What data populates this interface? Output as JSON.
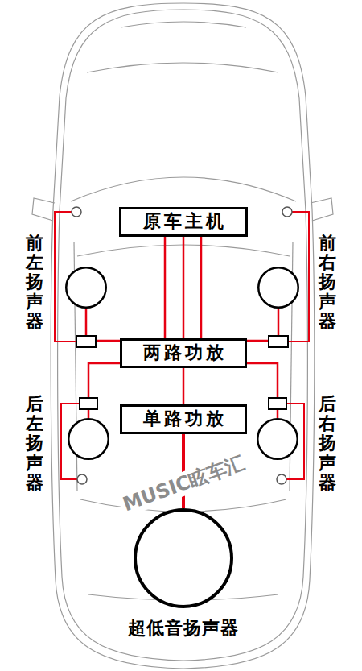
{
  "diagram": {
    "nodes": [
      {
        "text": [
          "原车主机"
        ]
      },
      {
        "text": [
          "前左扬声器"
        ]
      },
      {
        "text": [
          "前右扬声器"
        ]
      },
      {
        "text": [
          "两路功放"
        ]
      },
      {
        "text": [
          "后左扬声器"
        ]
      },
      {
        "text": [
          "单路功放"
        ]
      },
      {
        "text": [
          "后右扬声器"
        ]
      },
      {
        "text": [
          "超低音扬声器"
        ]
      }
    ],
    "edges": [
      {
        "from": 0,
        "to": 3,
        "arrow": "none"
      },
      {
        "from": 0,
        "to": 5,
        "arrow": "none"
      },
      {
        "from": 5,
        "to": 7,
        "arrow": "none"
      },
      {
        "from": 3,
        "to": 1,
        "arrow": "none"
      },
      {
        "from": 3,
        "to": 2,
        "arrow": "none"
      },
      {
        "from": 3,
        "to": 4,
        "arrow": "none"
      },
      {
        "from": 3,
        "to": 6,
        "arrow": "none"
      }
    ],
    "labels": [
      "MUSIC眩车汇"
    ]
  }
}
